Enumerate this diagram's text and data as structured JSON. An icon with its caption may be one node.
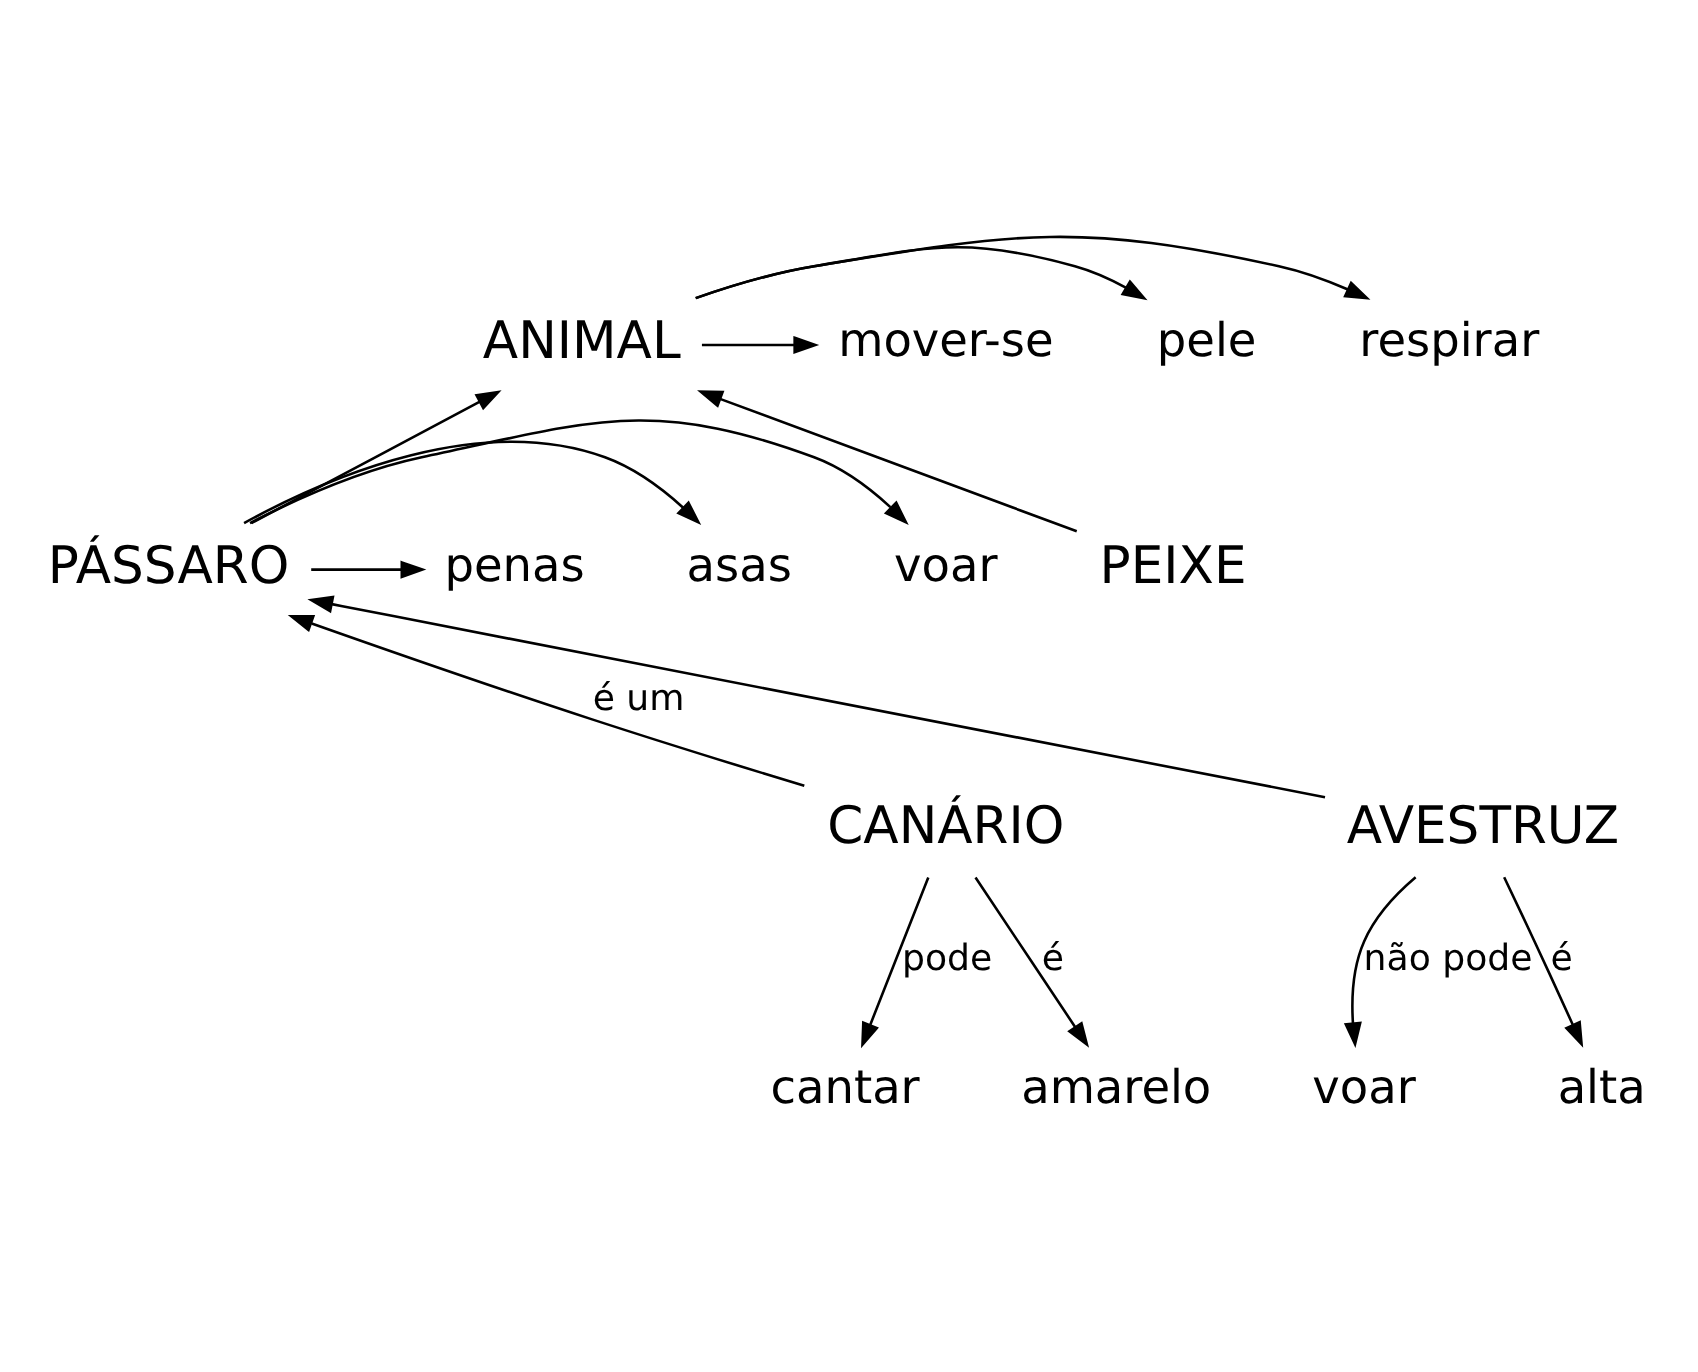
{
  "diagram": {
    "nodes": [
      {
        "text": [
          "ANIMAL"
        ]
      },
      {
        "text": [
          "respirar"
        ]
      },
      {
        "text": [
          "pele"
        ]
      },
      {
        "text": [
          "mover-se"
        ]
      },
      {
        "text": [
          "voar"
        ]
      },
      {
        "text": [
          "asas"
        ]
      },
      {
        "text": [
          "penas"
        ]
      },
      {
        "text": [
          "PÁSSARO"
        ]
      },
      {
        "text": [
          "PEIXE"
        ]
      },
      {
        "text": [
          "CANÁRIO"
        ]
      },
      {
        "text": [
          "AVESTRUZ"
        ]
      },
      {
        "text": [
          "cantar"
        ]
      },
      {
        "text": [
          "amarelo"
        ]
      },
      {
        "text": [
          "voar"
        ]
      },
      {
        "text": [
          "alta"
        ]
      }
    ],
    "edges": [
      {
        "from": 0,
        "to": 1,
        "arrow": "to"
      },
      {
        "from": 0,
        "to": 2,
        "arrow": "to"
      },
      {
        "from": 0,
        "to": 3,
        "arrow": "to"
      },
      {
        "from": 7,
        "to": 0,
        "arrow": "to"
      },
      {
        "from": 8,
        "to": 0,
        "arrow": "to"
      },
      {
        "from": 7,
        "to": 4,
        "arrow": "to"
      },
      {
        "from": 7,
        "to": 5,
        "arrow": "to"
      },
      {
        "from": 7,
        "to": 6,
        "arrow": "to"
      },
      {
        "from": 9,
        "to": 7,
        "label": "é um",
        "arrow": "to"
      },
      {
        "from": 10,
        "to": 7,
        "arrow": "to"
      },
      {
        "from": 9,
        "to": 11,
        "label": "pode",
        "arrow": "to"
      },
      {
        "from": 9,
        "to": 12,
        "label": "é",
        "arrow": "to"
      },
      {
        "from": 10,
        "to": 13,
        "label": "não pode",
        "arrow": "to"
      },
      {
        "from": 10,
        "to": 14,
        "label": "é",
        "arrow": "to"
      }
    ]
  }
}
